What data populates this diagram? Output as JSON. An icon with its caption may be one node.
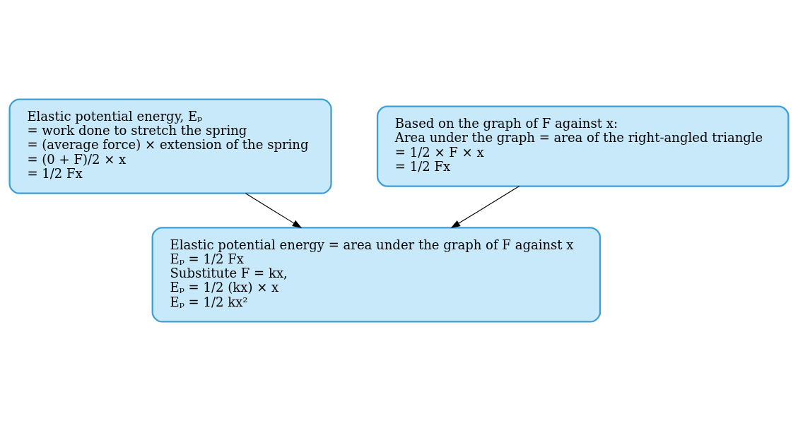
{
  "diagram": {
    "nodes": [
      {
        "text": [
          "Elastic potential energy, Eₚ",
          "= work done to stretch the spring",
          "= (average force) × extension of the spring",
          "= (0 + F)/2 × x",
          "= 1/2 Fx"
        ]
      },
      {
        "text": [
          "Based on the graph of F against x:",
          "Area under the graph = area of the right-angled triangle",
          "= 1/2 × F × x",
          "= 1/2 Fx"
        ]
      },
      {
        "text": [
          "Elastic potential energy = area under the graph of F against x",
          "Eₚ = 1/2 Fx",
          "Substitute F = kx,",
          "Eₚ = 1/2 (kx) × x",
          "Eₚ = 1/2 kx²"
        ]
      }
    ],
    "edges": [
      {
        "from": 0,
        "to": 2,
        "arrow": "to"
      },
      {
        "from": 1,
        "to": 2,
        "arrow": "to"
      }
    ]
  }
}
